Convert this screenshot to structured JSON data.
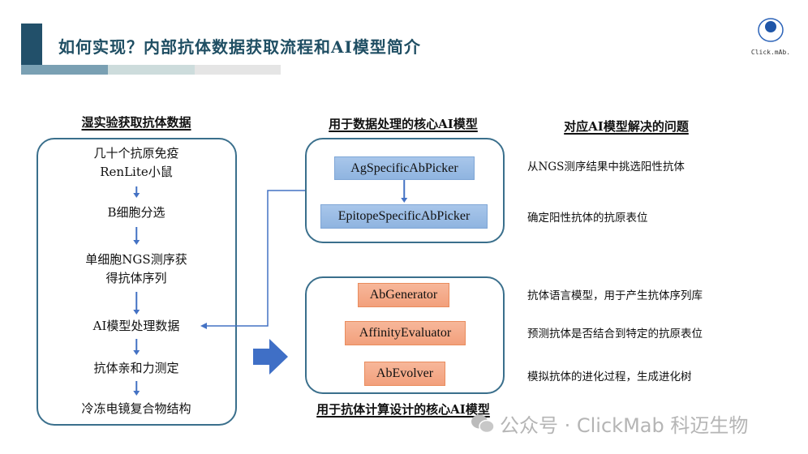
{
  "header": {
    "title": "如何实现？内部抗体数据获取流程和AI模型简介",
    "logo_text": "Click.mAb."
  },
  "left": {
    "heading": "湿实验获取抗体数据",
    "steps": [
      "几十个抗原免疫",
      "RenLite小鼠",
      "B细胞分选",
      "单细胞NGS测序获",
      "得抗体序列",
      "AI模型处理数据",
      "抗体亲和力测定",
      "冷冻电镜复合物结构"
    ]
  },
  "middle": {
    "heading_top": "用于数据处理的核心AI模型",
    "heading_bottom": "用于抗体计算设计的核心AI模型",
    "processing_models": [
      "AgSpecificAbPicker",
      "EpitopeSpecificAbPicker"
    ],
    "design_models": [
      "AbGenerator",
      "AffinityEvaluator",
      "AbEvolver"
    ]
  },
  "right": {
    "heading": "对应AI模型解决的问题",
    "items": [
      "从NGS测序结果中挑选阳性抗体",
      "确定阳性抗体的抗原表位",
      "抗体语言模型，用于产生抗体序列库",
      "预测抗体是否结合到特定的抗原表位",
      "模拟抗体的进化过程，生成进化树"
    ]
  },
  "watermark": "公众号 · ClickMab 科迈生物",
  "colors": {
    "title": "#1f4e63",
    "accent_bar": "#7aa0b3",
    "arrow": "#4472c4",
    "blue_box": "#9dbde6",
    "orange_box": "#f4a886"
  }
}
